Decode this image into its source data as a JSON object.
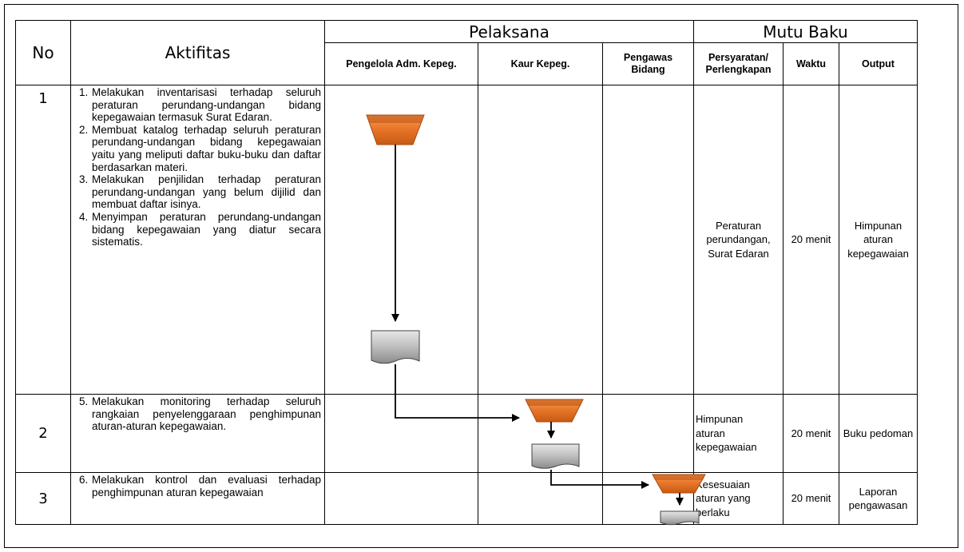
{
  "header": {
    "no": "No",
    "aktifitas": "Aktifitas",
    "pelaksana": "Pelaksana",
    "mutu_baku": "Mutu Baku",
    "pelaksana_cols": [
      "Pengelola Adm. Kepeg.",
      "Kaur Kepeg.",
      "Pengawas Bidang"
    ],
    "mutu_cols": [
      "Persyaratan/ Perlengkapan",
      "Waktu",
      "Output"
    ]
  },
  "rows": [
    {
      "no": "1",
      "activities": [
        {
          "num": "1.",
          "text": "Melakukan inventarisasi terhadap seluruh peraturan perundang-undangan bidang kepegawaian termasuk Surat Edaran."
        },
        {
          "num": "2.",
          "text": "Membuat katalog terhadap seluruh peraturan perundang-undangan bidang kepegawaian yaitu yang meliputi daftar buku-buku dan daftar berdasarkan materi."
        },
        {
          "num": "3.",
          "text": "Melakukan penjilidan terhadap peraturan perundang-undangan yang belum dijilid dan membuat daftar isinya."
        },
        {
          "num": "4.",
          "text": "Menyimpan peraturan perundang-undangan bidang kepegawaian yang diatur secara sistematis."
        }
      ],
      "persyaratan": "Peraturan perundangan, Surat Edaran",
      "waktu": "20 menit",
      "output": "Himpunan aturan kepegawaian"
    },
    {
      "no": "2",
      "activities": [
        {
          "num": "5.",
          "text": "Melakukan monitoring terhadap seluruh rangkaian penyelenggaraan penghimpunan aturan-aturan kepegawaian."
        }
      ],
      "persyaratan": "Himpunan aturan kepegawaian",
      "waktu": "20 menit",
      "output": "Buku pedoman"
    },
    {
      "no": "3",
      "activities": [
        {
          "num": "6.",
          "text": "Melakukan kontrol dan evaluasi terhadap penghimpunan aturan kepegawaian"
        }
      ],
      "persyaratan": "Kesesuaian aturan yang berlaku",
      "waktu": "20 menit",
      "output": "Laporan pengawasan"
    }
  ],
  "colors": {
    "manual_op": "#e8772a",
    "document_fill": "#a6a6a6",
    "line": "#000000"
  },
  "flow_symbols": [
    "manual-operation",
    "document",
    "arrow-connector"
  ]
}
